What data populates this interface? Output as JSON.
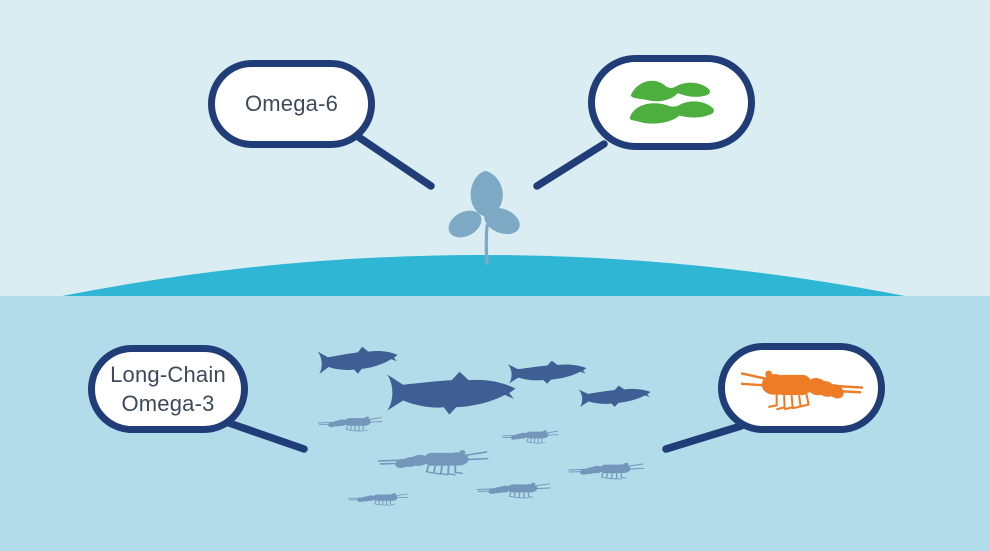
{
  "illustration": {
    "description": "Omega fatty acid sources: land plants above water (Omega-6) and fish/krill below water (Long-Chain Omega-3)"
  },
  "bubbles": {
    "omega6": {
      "label": "Omega-6"
    },
    "omega6_source": {
      "icon": "soybean-pods-icon"
    },
    "omega3": {
      "line1": "Long-Chain",
      "line2": "Omega-3"
    },
    "omega3_source": {
      "icon": "krill-icon"
    }
  },
  "scene": {
    "land": {
      "plant": "sprout-seedling"
    },
    "water": {
      "fish_count": 4,
      "krill_count": 6
    }
  },
  "colors": {
    "sky": "#d9edf3",
    "water": "#b3dcea",
    "hill": "#2eb6d4",
    "outline_navy": "#203d78",
    "text_slate": "#3d4a5c",
    "fish_blue": "#3f5f94",
    "krill_blue": "#7496ba",
    "plant_blue": "#7da9c4",
    "pod_green": "#4daf3e",
    "krill_orange": "#ee7c26"
  }
}
